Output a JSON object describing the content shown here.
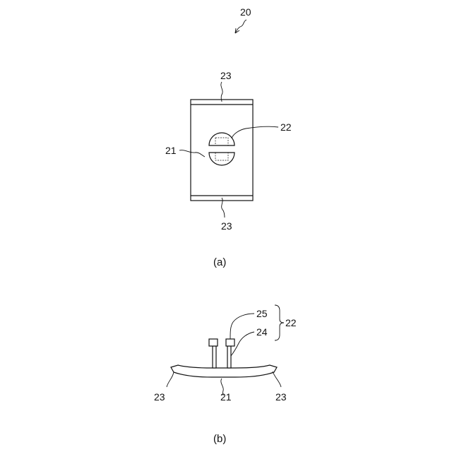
{
  "figure": {
    "number": "20",
    "caption_a": "(a)",
    "caption_b": "(b)"
  },
  "view_a": {
    "label_top": "23",
    "label_bottom": "23",
    "label_base": "21",
    "label_clip": "22"
  },
  "view_b": {
    "label_upper": "25",
    "label_lower": "24",
    "label_group": "22",
    "label_left_end": "23",
    "label_center": "21",
    "label_right_end": "23"
  }
}
